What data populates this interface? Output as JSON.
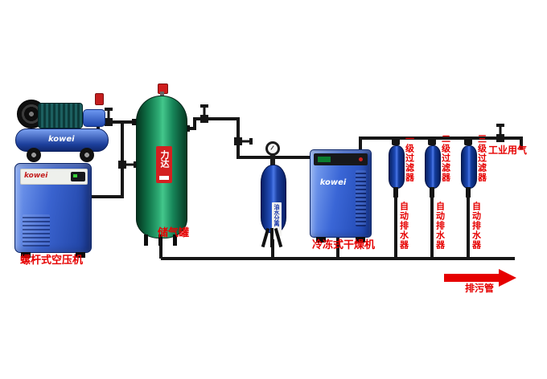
{
  "diagram": {
    "piston_compressor": {
      "brand": "kowei"
    },
    "screw_compressor": {
      "brand": "kowei",
      "label": "螺杆式空压机"
    },
    "storage_tank": {
      "badge": "力达",
      "label": "储气罐"
    },
    "separator": {
      "strip_text": "油水分离"
    },
    "dryer": {
      "brand": "kowei",
      "label": "冷冻式干燥机"
    },
    "filters": [
      {
        "label": "一级过滤器",
        "drain_label": "自动排水器"
      },
      {
        "label": "二级过滤器",
        "drain_label": "自动排水器"
      },
      {
        "label": "三级过滤器",
        "drain_label": "自动排水器"
      }
    ],
    "outlet_label": "工业用气",
    "drain_label": "排污管"
  },
  "colors": {
    "label_red": "#e60000",
    "pipe": "#161616",
    "tank_green": "#1c8a60",
    "machine_blue": "#2a5bd7",
    "badge_red": "#d42020"
  }
}
